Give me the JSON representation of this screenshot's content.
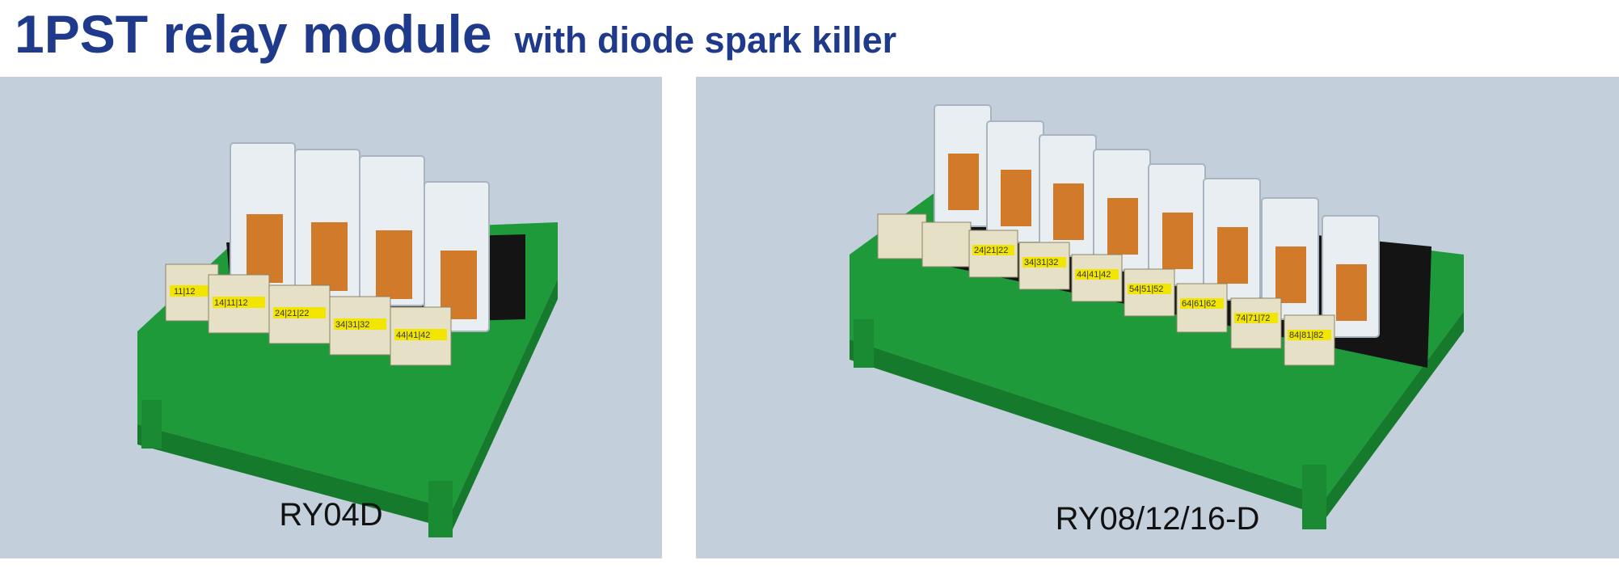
{
  "header": {
    "title": "1PST relay module",
    "subtitle": "with diode spark killer"
  },
  "products": [
    {
      "model": "RY04D",
      "relay_count": 4,
      "terminal_labels": [
        "11|12",
        "14|11|12",
        "24|21|22",
        "34|31|32",
        "44|41|42"
      ]
    },
    {
      "model": "RY08/12/16-D",
      "relay_count": 8,
      "terminal_labels": [
        "",
        "",
        "24|21|22",
        "34|31|32",
        "44|41|42",
        "54|51|52",
        "64|61|62",
        "74|71|72",
        "84|81|82"
      ]
    }
  ],
  "colors": {
    "title": "#1f3a8a",
    "panel_bg": "#c3d0dc",
    "rail_green": "#1f9a3a",
    "pcb_black": "#141414",
    "relay_copper": "#d07a2a",
    "terminal_beige": "#e6e0c6",
    "label_yellow": "#f2e600"
  }
}
